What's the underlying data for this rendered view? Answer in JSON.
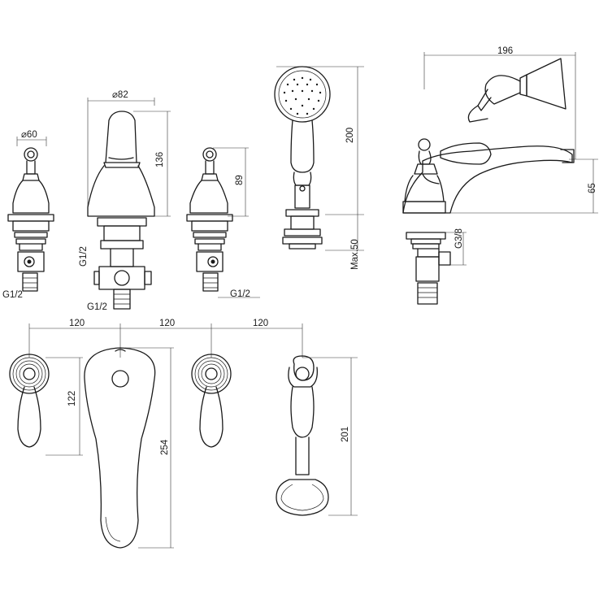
{
  "dimensions": {
    "valve_diameter": "⌀60",
    "spout_diameter": "⌀82",
    "spout_height": "136",
    "valve_height": "89",
    "shower_height": "200",
    "shower_max": "Max.50",
    "mixer_width": "196",
    "mixer_height": "65",
    "mixer_thread": "G3/8",
    "thread_left": "G1/2",
    "thread_spout_side": "G1/2",
    "thread_spout_bottom": "G1/2",
    "thread_right": "G1/2",
    "spacing_1": "120",
    "spacing_2": "120",
    "spacing_3": "120",
    "handle_depth": "122",
    "spout_length": "254",
    "shower_length": "201"
  }
}
